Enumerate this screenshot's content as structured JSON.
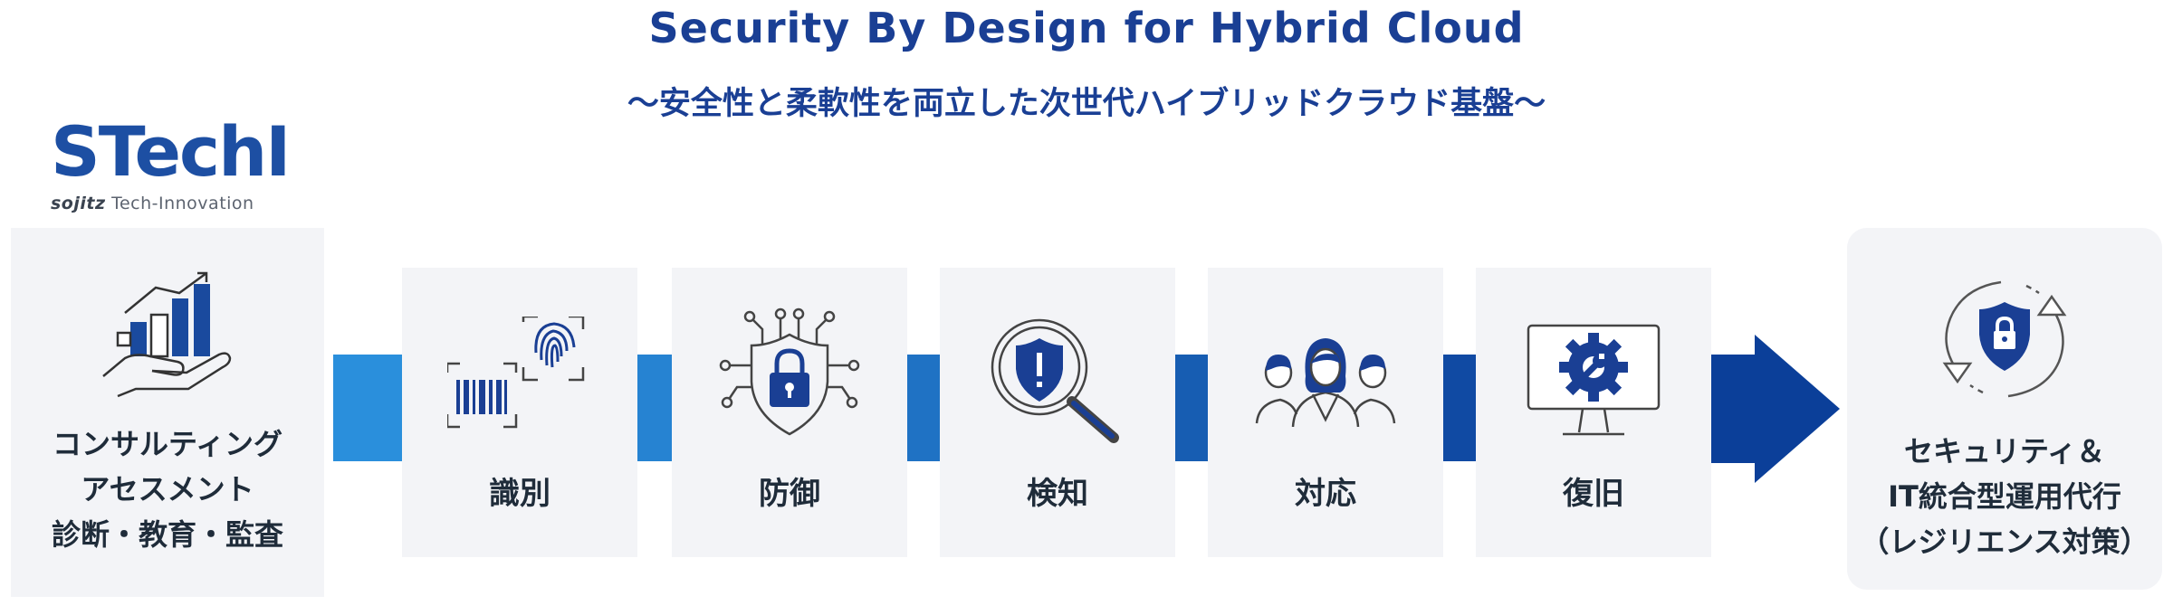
{
  "header": {
    "title": "Security By Design for Hybrid Cloud",
    "subtitle": "〜安全性と柔軟性を両立した次世代ハイブリッドクラウド基盤〜"
  },
  "logo": {
    "mark": "STechI",
    "sub_brand": "sojitz",
    "sub_text": "Tech-Innovation"
  },
  "left_panel": {
    "lines": [
      "コンサルティング",
      "アセスメント",
      "診断・教育・監査"
    ]
  },
  "steps": [
    {
      "label": "識別",
      "icon": "fingerprint-barcode-icon"
    },
    {
      "label": "防御",
      "icon": "lock-shield-circuit-icon"
    },
    {
      "label": "検知",
      "icon": "magnifier-shield-icon"
    },
    {
      "label": "対応",
      "icon": "team-people-icon"
    },
    {
      "label": "復旧",
      "icon": "monitor-gear-icon"
    }
  ],
  "right_panel": {
    "lines": [
      "セキュリティ＆",
      "IT統合型運用代行",
      "（レジリエンス対策）"
    ]
  },
  "colors": {
    "title": "#1a3f94",
    "connector_start": "#2a8fdc",
    "connector_end": "#0b3f99",
    "panel_bg": "#f3f4f7"
  }
}
